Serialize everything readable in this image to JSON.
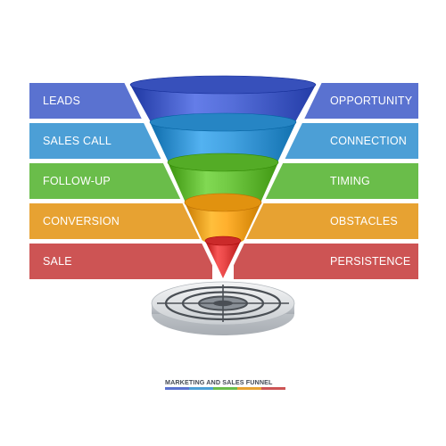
{
  "stages": [
    {
      "left": "LEADS",
      "right": "OPPORTUNITY",
      "color": "#5a72d0",
      "funnel_color": "#4b64cf"
    },
    {
      "left": "SALES CALL",
      "right": "CONNECTION",
      "color": "#4c9fd6",
      "funnel_color": "#3a99d8"
    },
    {
      "left": "FOLLOW-UP",
      "right": "TIMING",
      "color": "#6abd4a",
      "funnel_color": "#68c03a"
    },
    {
      "left": "CONVERSION",
      "right": "OBSTACLES",
      "color": "#e7a232",
      "funnel_color": "#f5a623"
    },
    {
      "left": "SALE",
      "right": "PERSISTENCE",
      "color": "#cd5454",
      "funnel_color": "#df3e3e"
    }
  ],
  "caption": "MARKETING AND SALES FUNNEL",
  "target_colors": [
    "#e6e8ea",
    "#4a4f55",
    "#8a9097"
  ]
}
